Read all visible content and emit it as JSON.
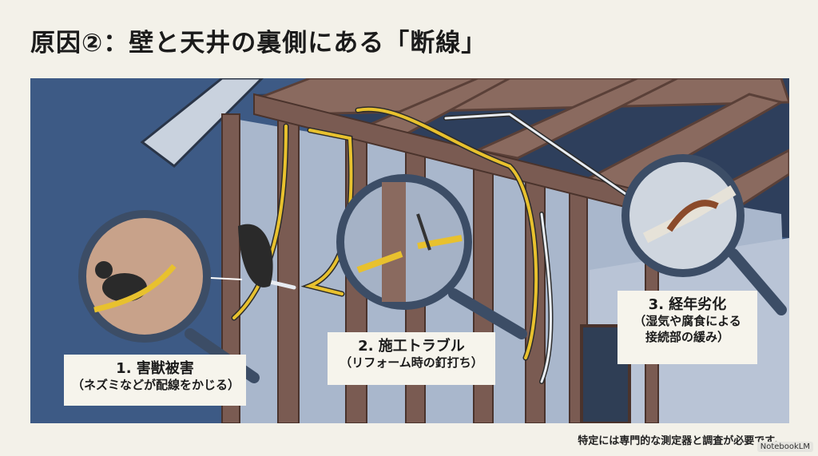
{
  "title": "原因②：壁と天井の裏側にある「断線」",
  "callouts": [
    {
      "heading": "1. 害獣被害",
      "detail": "（ネズミなどが配線をかじる）",
      "icon": "rat-icon"
    },
    {
      "heading": "2. 施工トラブル",
      "detail": "（リフォーム時の釘打ち）",
      "icon": "nail-icon"
    },
    {
      "heading": "3. 経年劣化",
      "detail": "（湿気や腐食による",
      "detail2": "接続部の緩み）",
      "icon": "corroded-wire-icon"
    }
  ],
  "footer": "特定には専門的な測定器と調査が必要です。",
  "brand": "NotebookLM",
  "colors": {
    "background": "#f3f1e9",
    "wall_blue": "#3d5a85",
    "wood": "#7a5b52",
    "wire": "#e8c12e"
  }
}
